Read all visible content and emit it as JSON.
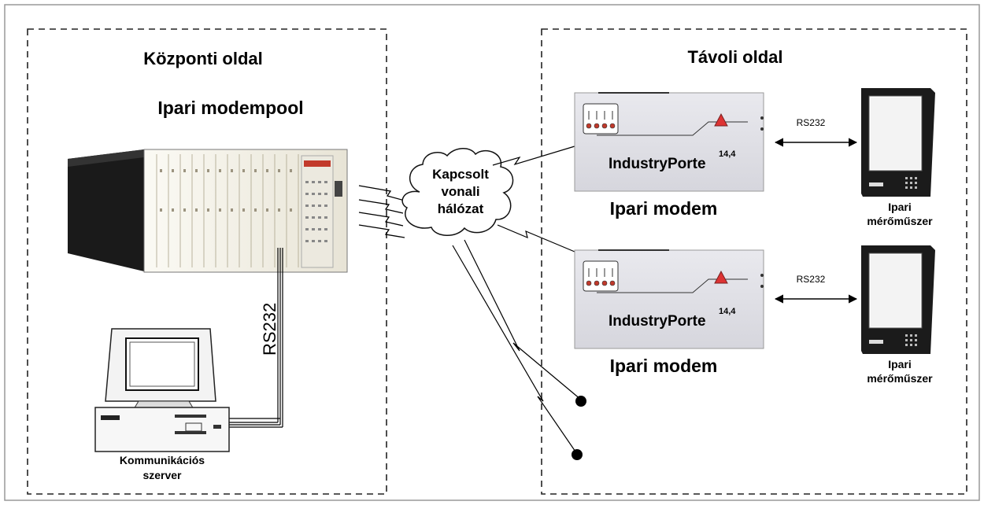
{
  "central": {
    "title": "Központi oldal",
    "pool_label": "Ipari modempool",
    "cable_label": "RS232",
    "server_label_line1": "Kommunikációs",
    "server_label_line2": "szerver"
  },
  "network": {
    "line1": "Kapcsolt",
    "line2": "vonali",
    "line3": "hálózat"
  },
  "remote": {
    "title": "Távoli oldal",
    "modems": [
      {
        "brand": "IndustryPorte",
        "brand_sup": "14,4",
        "label": "Ipari modem",
        "link_label": "RS232",
        "meter_line1": "Ipari",
        "meter_line2": "mérőműszer"
      },
      {
        "brand": "IndustryPorte",
        "brand_sup": "14,4",
        "label": "Ipari modem",
        "link_label": "RS232",
        "meter_line1": "Ipari",
        "meter_line2": "mérőműszer"
      }
    ]
  }
}
